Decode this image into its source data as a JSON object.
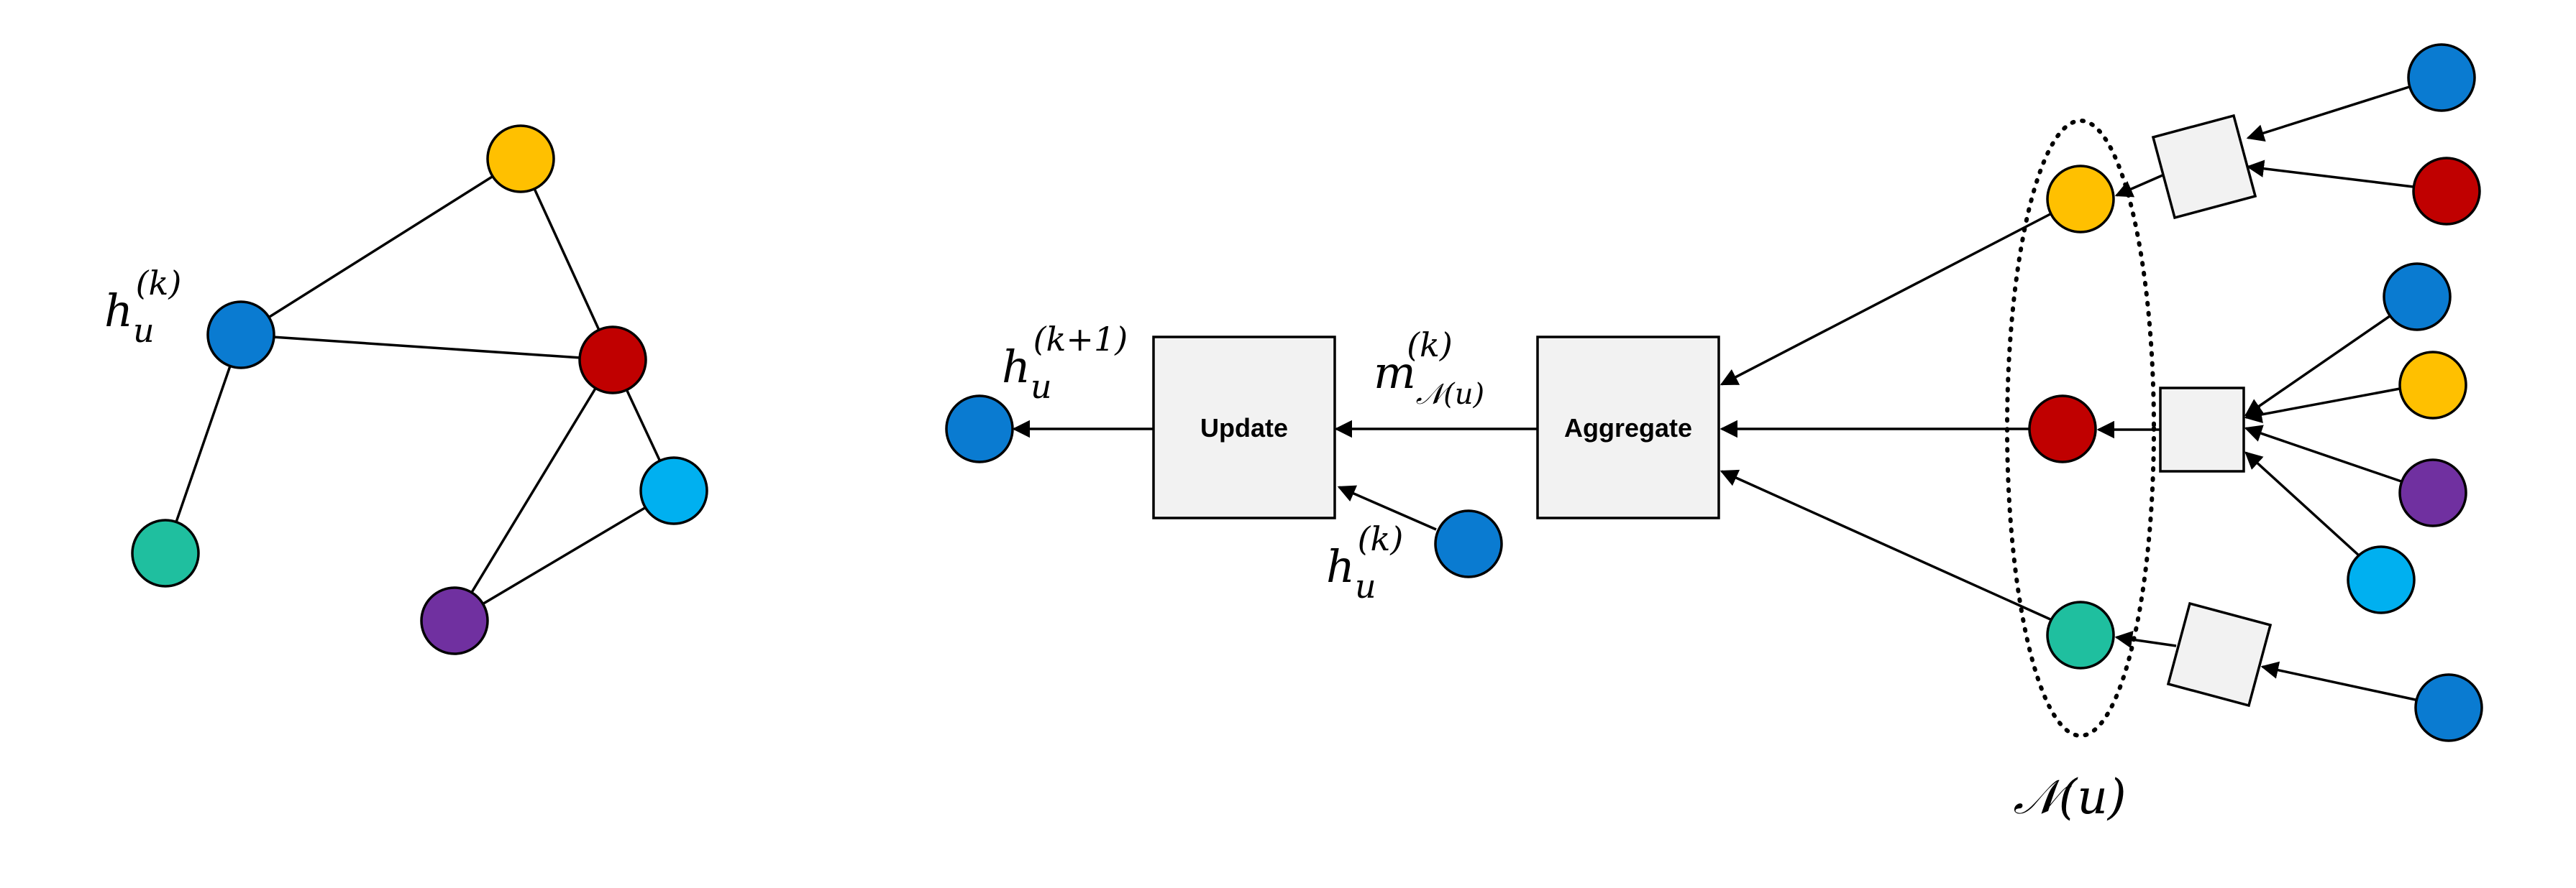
{
  "colors": {
    "blue": "#0a7bd1",
    "yellow": "#ffc000",
    "red": "#c00000",
    "cyan": "#00b0f0",
    "purple": "#7030a0",
    "teal": "#1fbf9f",
    "box_fill": "#f2f2f2"
  },
  "labels": {
    "h_u": "h",
    "h_u_sub": "u",
    "h_u_sup": "(k)",
    "h_next": "h",
    "h_next_sub": "u",
    "h_next_sup": "(k+1)",
    "m": "m",
    "m_sub": "𝒩(u)",
    "m_sup": "(k)",
    "h_in": "h",
    "h_in_sub": "u",
    "h_in_sup": "(k)",
    "update": "Update",
    "aggregate": "Aggregate",
    "neighborhood": "𝒩(u)"
  }
}
